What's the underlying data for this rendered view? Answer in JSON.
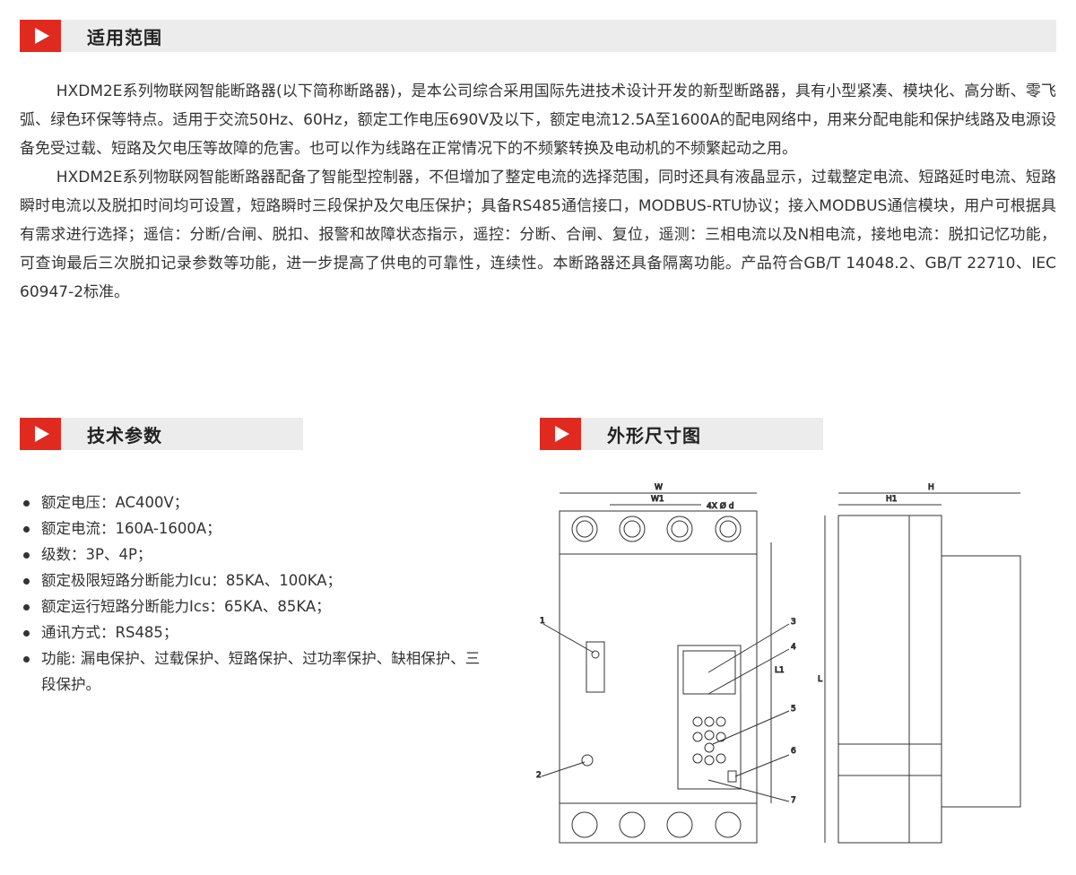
{
  "sections": {
    "scope": "适用范围",
    "params": "技术参数",
    "dims": "外形尺寸图"
  },
  "scope_paragraphs": [
    "HXDM2E系列物联网智能断路器(以下简称断路器)，是本公司综合采用国际先进技术设计开发的新型断路器，具有小型紧凑、模块化、高分断、零飞弧、绿色环保等特点。适用于交流50Hz、60Hz，额定工作电压690V及以下，额定电流12.5A至1600A的配电网络中，用来分配电能和保护线路及电源设备免受过载、短路及欠电压等故障的危害。也可以作为线路在正常情况下的不频繁转换及电动机的不频繁起动之用。",
    "HXDM2E系列物联网智能断路器配备了智能型控制器，不但增加了整定电流的选择范围，同时还具有液晶显示，过载整定电流、短路延时电流、短路瞬时电流以及脱扣时间均可设置，短路瞬时三段保护及欠电压保护；具备RS485通信接口，MODBUS-RTU协议；接入MODBUS通信模块，用户可根据具有需求进行选择；遥信：分断/合闸、脱扣、报警和故障状态指示，遥控：分断、合闸、复位，遥测：三相电流以及N相电流，接地电流：脱扣记忆功能，可查询最后三次脱扣记录参数等功能，进一步提高了供电的可靠性，连续性。本断路器还具备隔离功能。产品符合GB/T 14048.2、GB/T 22710、IEC 60947-2标准。"
  ],
  "params": [
    "额定电压：AC400V；",
    "额定电流：160A-1600A；",
    "级数：3P、4P；",
    "额定极限短路分断能力Icu：85KA、100KA；",
    "额定运行短路分断能力Ics：65KA、85KA；",
    "通讯方式：RS485；",
    "功能: 漏电保护、过载保护、短路保护、过功率保护、缺相保护、三段保护。"
  ],
  "diagram_labels": {
    "W": "W",
    "W1": "W1",
    "hole": "4X Ø d",
    "H": "H",
    "H1": "H1",
    "L": "L",
    "L1": "L1",
    "n1": "1",
    "n2": "2",
    "n3": "3",
    "n4": "4",
    "n5": "5",
    "n6": "6",
    "n7": "7"
  },
  "colors": {
    "accent": "#e02a20",
    "header_bg": "#ececec"
  }
}
